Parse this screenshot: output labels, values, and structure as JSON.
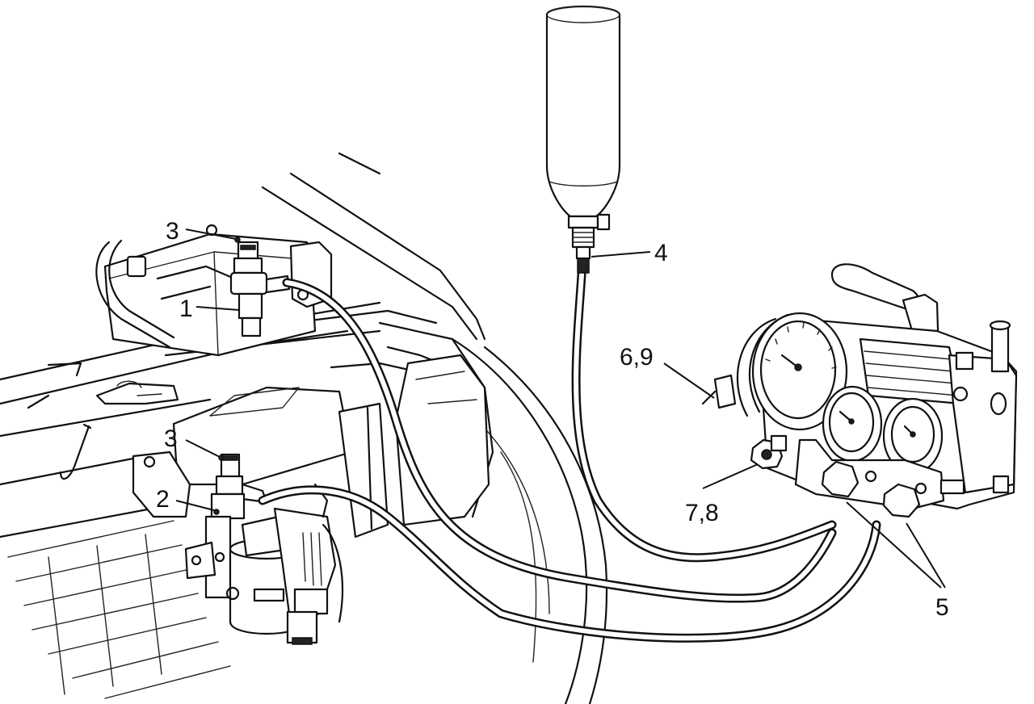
{
  "callouts": {
    "c1": "1",
    "c2": "2",
    "c3a": "3",
    "c3b": "3",
    "c4": "4",
    "c5": "5",
    "c69": "6,9",
    "c78": "7,8"
  }
}
